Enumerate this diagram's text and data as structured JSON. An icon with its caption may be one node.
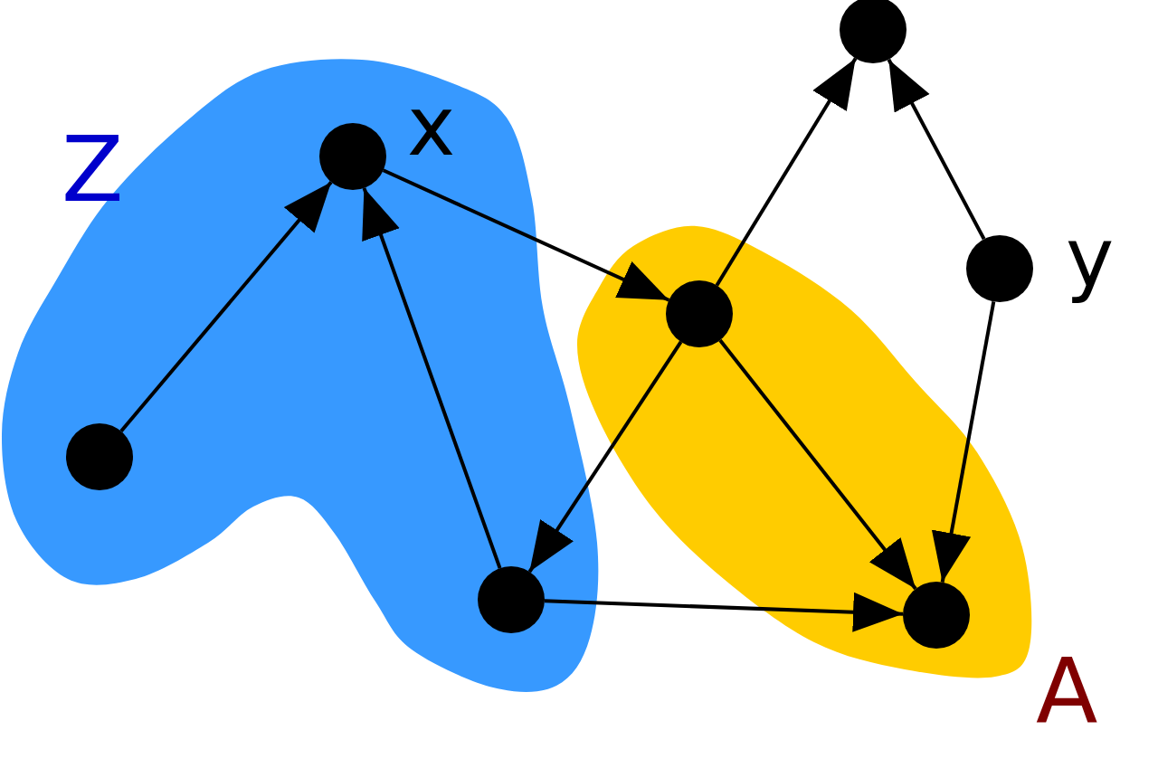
{
  "diagram": {
    "nodes": [
      {
        "text": [
          "Z"
        ]
      },
      {
        "text": [
          "A"
        ]
      },
      {
        "text": [],
        "shape": "circle",
        "in": 0,
        "beside": [
          "x"
        ]
      },
      {
        "text": [],
        "shape": "circle",
        "in": 0
      },
      {
        "text": [],
        "shape": "circle",
        "in": 0
      },
      {
        "text": [],
        "shape": "circle",
        "in": 1
      },
      {
        "text": [],
        "shape": "circle",
        "in": 1
      },
      {
        "text": [],
        "shape": "circle"
      },
      {
        "text": [],
        "shape": "circle",
        "beside": [
          "y"
        ]
      }
    ],
    "edges": [
      {
        "from": 3,
        "to": 2,
        "arrow": "to"
      },
      {
        "from": 4,
        "to": 2,
        "arrow": "to"
      },
      {
        "from": 2,
        "to": 5,
        "arrow": "to"
      },
      {
        "from": 5,
        "to": 7,
        "arrow": "to"
      },
      {
        "from": 8,
        "to": 7,
        "arrow": "to"
      },
      {
        "from": 5,
        "to": 4,
        "arrow": "to"
      },
      {
        "from": 5,
        "to": 6,
        "arrow": "to"
      },
      {
        "from": 8,
        "to": 6,
        "arrow": "to"
      },
      {
        "from": 4,
        "to": 6,
        "arrow": "to"
      }
    ]
  }
}
